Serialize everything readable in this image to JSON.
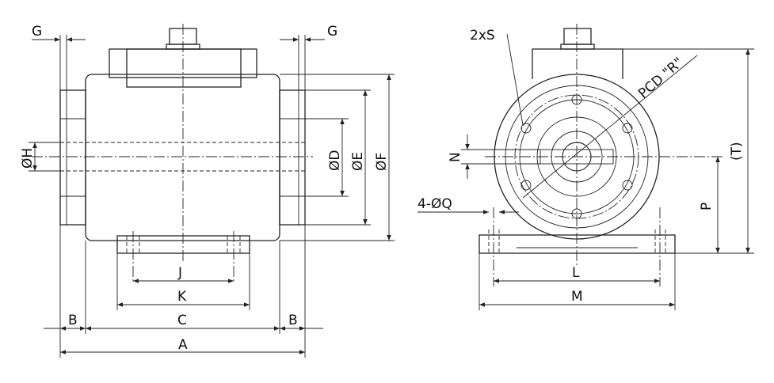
{
  "labels": {
    "g_left": "G",
    "g_right": "G",
    "dia_h": "ØH",
    "dia_d": "ØD",
    "dia_e": "ØE",
    "dia_f": "ØF",
    "j": "J",
    "k": "K",
    "b_left": "B",
    "c": "C",
    "b_right": "B",
    "a": "A",
    "two_x_s": "2xS",
    "pcd": "PCD \"R\"",
    "n": "N",
    "t": "(T)",
    "four_q": "4-ØQ",
    "p": "P",
    "l": "L",
    "m": "M"
  }
}
